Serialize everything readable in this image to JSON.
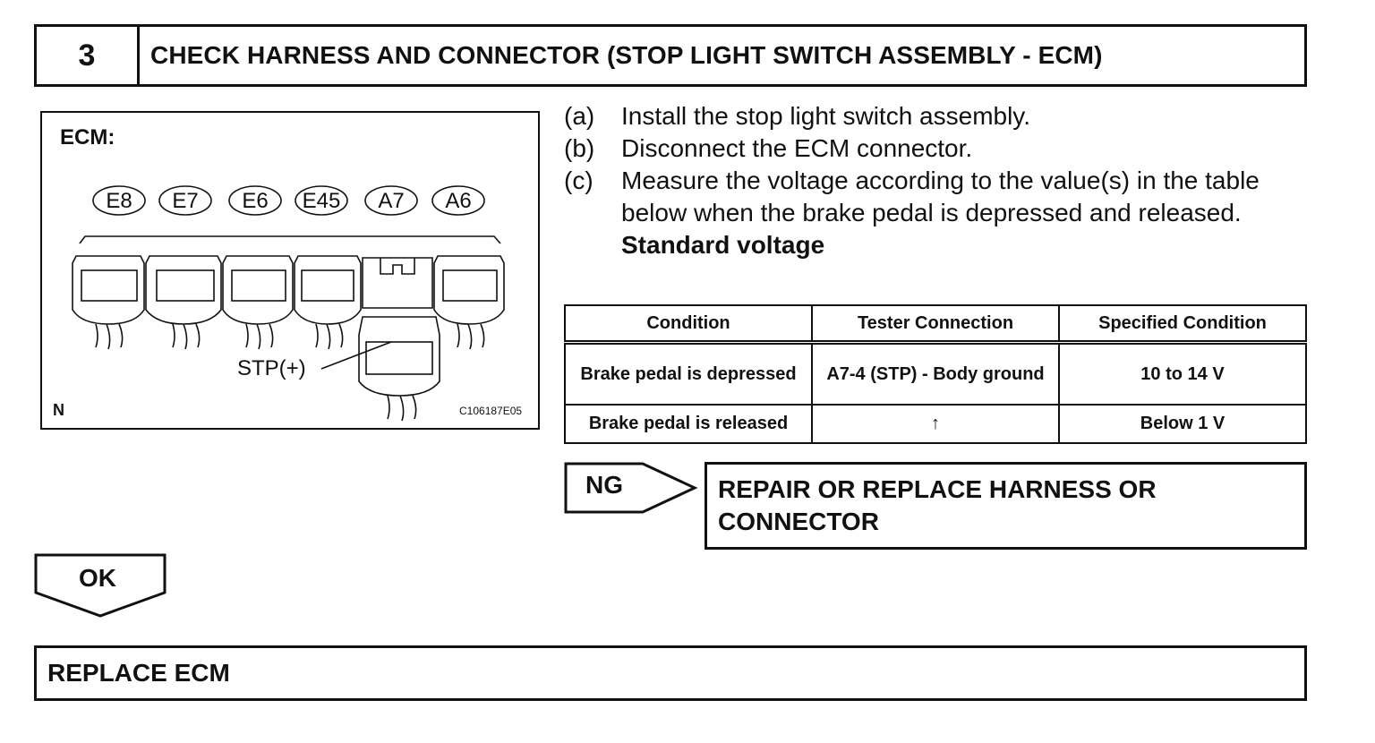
{
  "header": {
    "step_number": "3",
    "title": "CHECK HARNESS AND CONNECTOR (STOP LIGHT SWITCH ASSEMBLY - ECM)"
  },
  "figure": {
    "ecm_label": "ECM:",
    "connector_labels": [
      "E8",
      "E7",
      "E6",
      "E45",
      "A7",
      "A6"
    ],
    "pin_label": "STP(+)",
    "corner_label": "N",
    "illustration_code": "C106187E05"
  },
  "instructions": {
    "steps": [
      {
        "letter": "(a)",
        "text": "Install the stop light switch assembly."
      },
      {
        "letter": "(b)",
        "text": "Disconnect the ECM connector."
      },
      {
        "letter": "(c)",
        "text": "Measure the voltage according to the value(s) in the table below when the brake pedal is depressed and released."
      }
    ],
    "standard_label": "Standard voltage"
  },
  "table": {
    "headers": [
      "Condition",
      "Tester Connection",
      "Specified Condition"
    ],
    "rows": [
      [
        "Brake pedal is depressed",
        "A7-4 (STP) - Body ground",
        "10 to 14 V"
      ],
      [
        "Brake pedal is released",
        "↑",
        "Below 1 V"
      ]
    ]
  },
  "ng": {
    "label": "NG",
    "action": "REPAIR OR REPLACE HARNESS OR CONNECTOR"
  },
  "ok": {
    "label": "OK",
    "action": "REPLACE ECM"
  }
}
